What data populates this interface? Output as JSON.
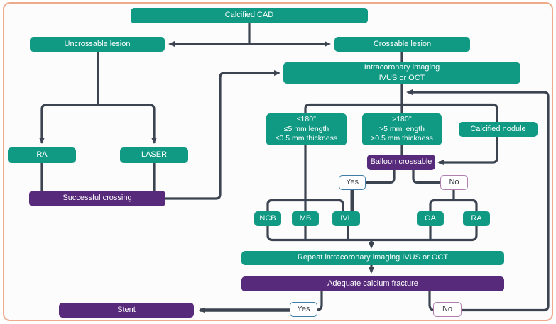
{
  "diagram": {
    "title": "Calcified CAD treatment algorithm flowchart",
    "colors": {
      "node_teal": "#109983",
      "node_purple": "#582a7b",
      "connector": "#3b4450",
      "frame_border": "#eeab8b",
      "yes_border": "#3d7fa8",
      "no_border": "#b07fb0",
      "background": "#fcfcfc"
    },
    "nodes": {
      "calcified_cad": {
        "label": "Calcified CAD"
      },
      "uncrossable": {
        "label": "Uncrossable lesion"
      },
      "crossable": {
        "label": "Crossable lesion"
      },
      "imaging": {
        "line1": "Intracoronary imaging",
        "line2": "IVUS or OCT"
      },
      "ra_left": {
        "label": "RA"
      },
      "laser": {
        "label": "LASER"
      },
      "successful": {
        "label": "Successful crossing"
      },
      "criteria_low": {
        "line1": "≤180°",
        "line2": "≤5 mm length",
        "line3": "≤0.5 mm thickness"
      },
      "criteria_high": {
        "line1": ">180°",
        "line2": ">5 mm length",
        "line3": ">0.5 mm thickness"
      },
      "nodule": {
        "label": "Calcified nodule"
      },
      "balloon": {
        "label": "Balloon crossable"
      },
      "yes_balloon": {
        "label": "Yes"
      },
      "no_balloon": {
        "label": "No"
      },
      "ncb": {
        "label": "NCB"
      },
      "mb": {
        "label": "MB"
      },
      "ivl": {
        "label": "IVL"
      },
      "oa": {
        "label": "OA"
      },
      "ra_right": {
        "label": "RA"
      },
      "repeat_imaging": {
        "label": "Repeat intracoronary imaging IVUS or OCT"
      },
      "adequate": {
        "label": "Adequate calcium fracture"
      },
      "yes_fracture": {
        "label": "Yes"
      },
      "no_fracture": {
        "label": "No"
      },
      "stent": {
        "label": "Stent"
      }
    },
    "edges": [
      {
        "from": "calcified_cad",
        "to": "uncrossable"
      },
      {
        "from": "calcified_cad",
        "to": "crossable"
      },
      {
        "from": "crossable",
        "to": "imaging"
      },
      {
        "from": "uncrossable",
        "to": "ra_left"
      },
      {
        "from": "uncrossable",
        "to": "laser"
      },
      {
        "from": "ra_left",
        "to": "successful"
      },
      {
        "from": "laser",
        "to": "successful"
      },
      {
        "from": "successful",
        "to": "imaging"
      },
      {
        "from": "imaging",
        "to": "criteria_low"
      },
      {
        "from": "imaging",
        "to": "criteria_high"
      },
      {
        "from": "imaging",
        "to": "nodule"
      },
      {
        "from": "criteria_high",
        "to": "balloon"
      },
      {
        "from": "nodule",
        "to": "balloon"
      },
      {
        "from": "balloon",
        "to": "yes_balloon"
      },
      {
        "from": "balloon",
        "to": "no_balloon"
      },
      {
        "from": "yes_balloon",
        "to": "ivl"
      },
      {
        "from": "criteria_low",
        "to": "ncb"
      },
      {
        "from": "criteria_low",
        "to": "mb"
      },
      {
        "from": "criteria_low",
        "to": "ivl"
      },
      {
        "from": "no_balloon",
        "to": "oa"
      },
      {
        "from": "no_balloon",
        "to": "ra_right"
      },
      {
        "from": "ncb",
        "to": "repeat_imaging"
      },
      {
        "from": "mb",
        "to": "repeat_imaging"
      },
      {
        "from": "ivl",
        "to": "repeat_imaging"
      },
      {
        "from": "oa",
        "to": "repeat_imaging"
      },
      {
        "from": "ra_right",
        "to": "repeat_imaging"
      },
      {
        "from": "repeat_imaging",
        "to": "adequate"
      },
      {
        "from": "adequate",
        "to": "yes_fracture"
      },
      {
        "from": "adequate",
        "to": "no_fracture"
      },
      {
        "from": "yes_fracture",
        "to": "stent"
      },
      {
        "from": "no_fracture",
        "to": "imaging"
      }
    ]
  }
}
